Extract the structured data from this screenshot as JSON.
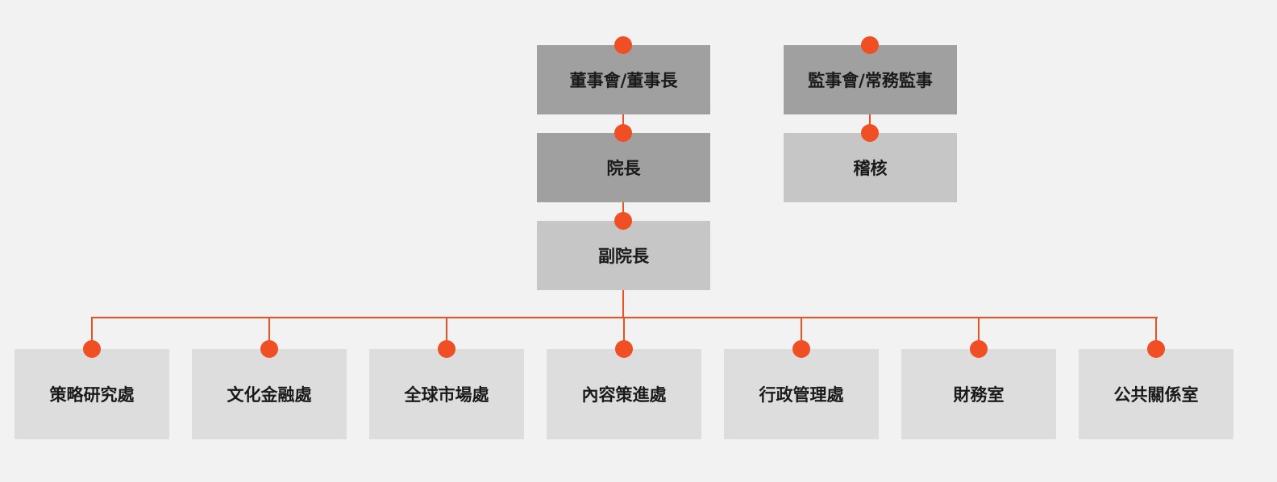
{
  "colors": {
    "accent": "#f04e23",
    "background": "#f2f2f2",
    "box_dark": "#a0a0a0",
    "box_mid": "#c6c6c6",
    "box_light": "#dddddd"
  },
  "top_chain": {
    "board": "董事會/董事長",
    "president": "院長",
    "vice_president": "副院長"
  },
  "supervisory_chain": {
    "supervisors": "監事會/常務監事",
    "audit": "稽核"
  },
  "departments": [
    "策略研究處",
    "文化金融處",
    "全球市場處",
    "內容策進處",
    "行政管理處",
    "財務室",
    "公共關係室"
  ]
}
